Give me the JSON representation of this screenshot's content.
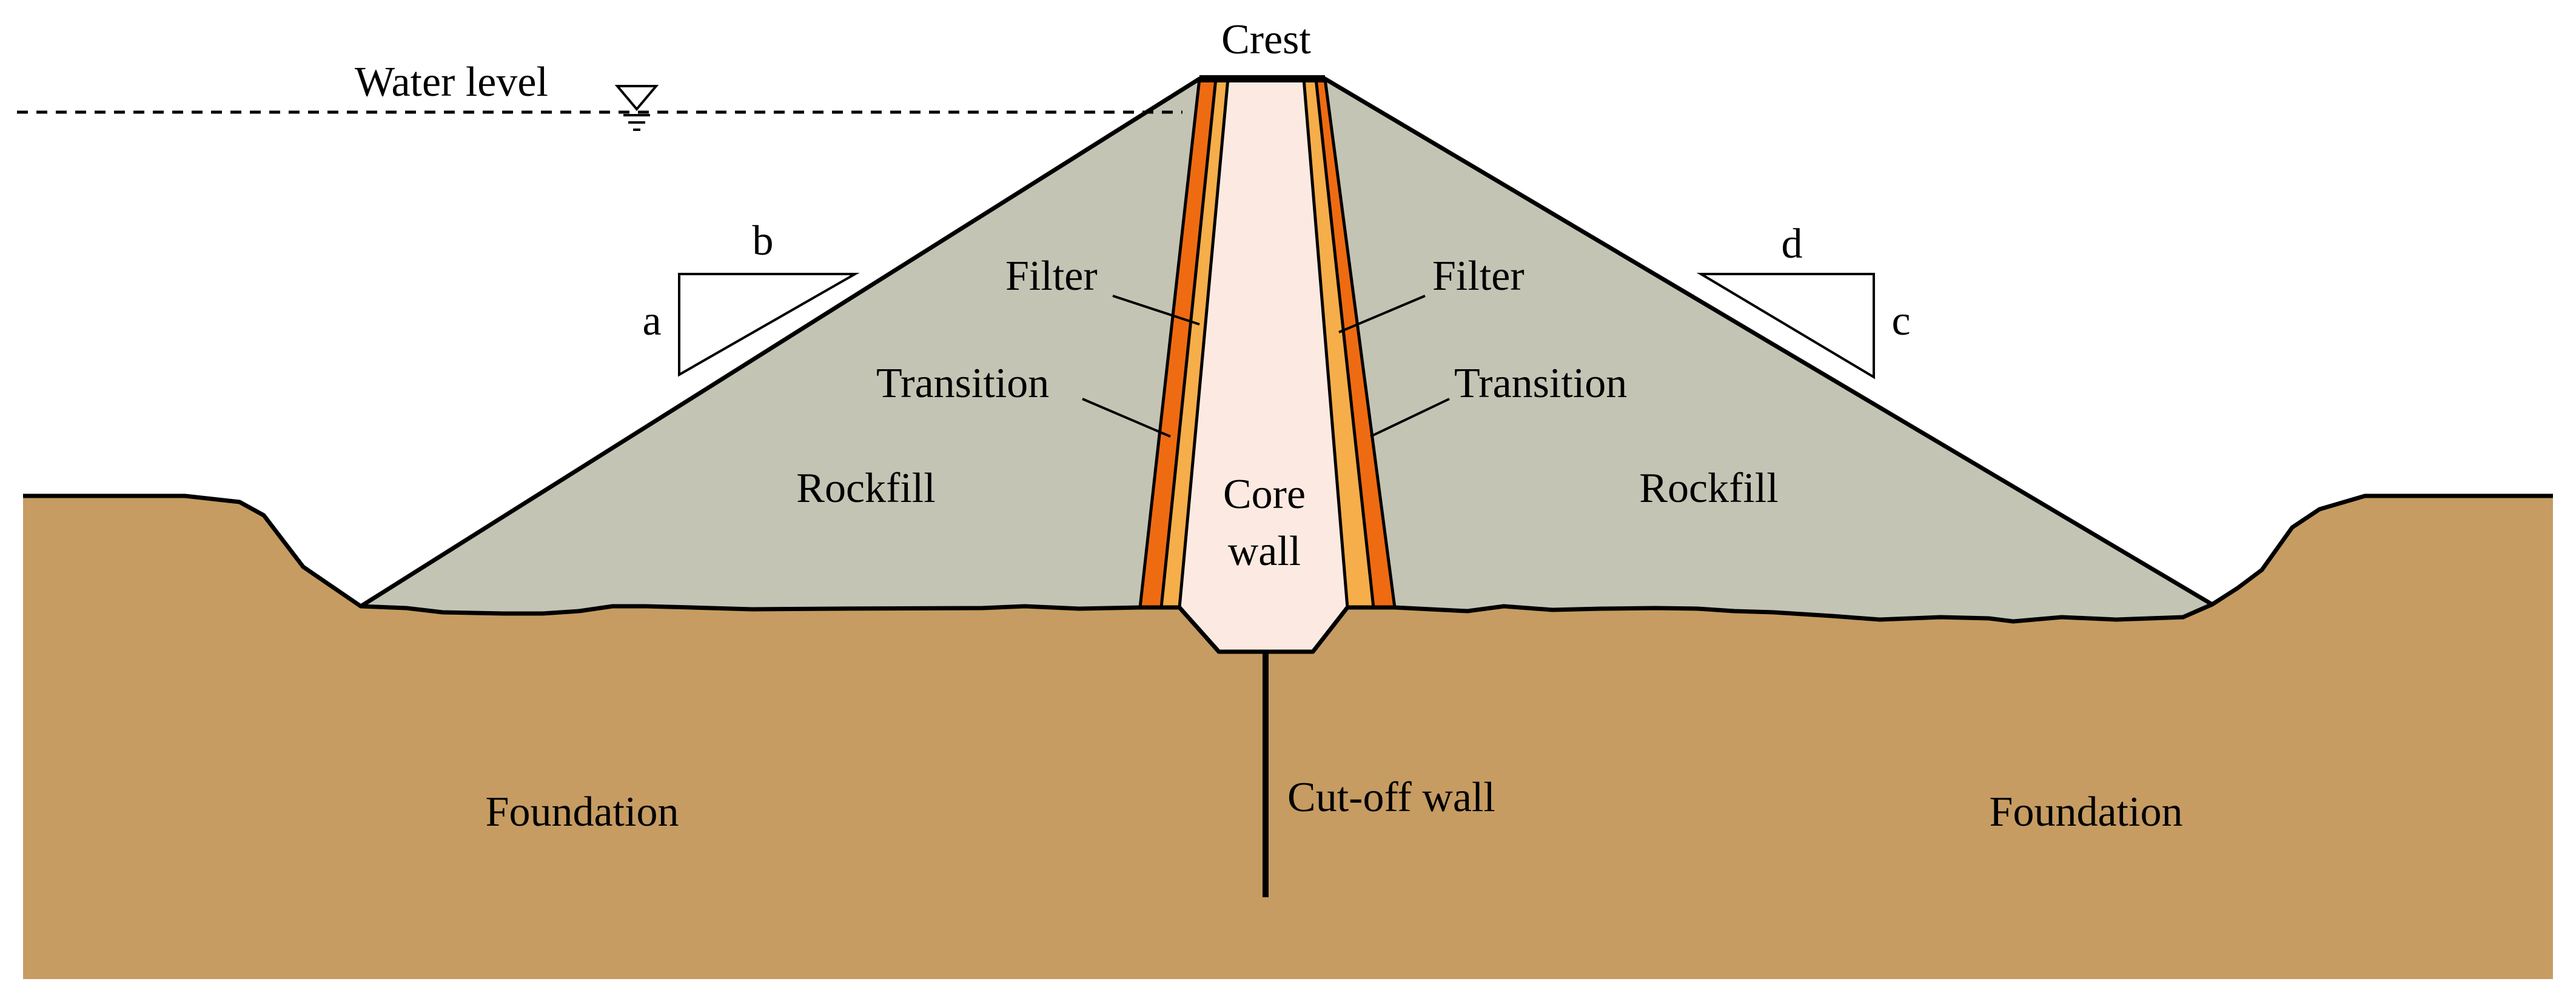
{
  "labels": {
    "crest": "Crest",
    "water_level": "Water level",
    "slope_left_horizontal": "b",
    "slope_left_vertical": "a",
    "slope_right_horizontal": "d",
    "slope_right_vertical": "c",
    "filter_left": "Filter",
    "filter_right": "Filter",
    "transition_left": "Transition",
    "transition_right": "Transition",
    "rockfill_left": "Rockfill",
    "rockfill_right": "Rockfill",
    "core_wall_line1": "Core",
    "core_wall_line2": "wall",
    "foundation_left": "Foundation",
    "foundation_right": "Foundation",
    "cutoff_wall": "Cut-off wall"
  },
  "colors": {
    "foundation": "#C69C62",
    "rockfill": "#C3C4B4",
    "core_wall": "#FCEAE2",
    "filter": "#F5AE4A",
    "transition": "#EE6B12",
    "outline": "#000000"
  }
}
